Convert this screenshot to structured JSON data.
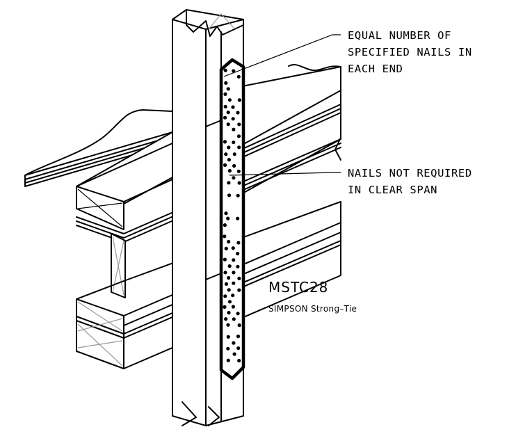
{
  "callouts": {
    "nails_end": {
      "line1": "EQUAL NUMBER OF",
      "line2": "SPECIFIED NAILS IN",
      "line3": "EACH END"
    },
    "clear_span": {
      "line1": "NAILS NOT REQUIRED",
      "line2": "IN CLEAR SPAN"
    }
  },
  "product": {
    "model": "MSTC28",
    "brand": "SIMPSON Strong–Tie"
  },
  "colors": {
    "line": "#000000",
    "hidden_line": "#999999",
    "background": "#ffffff"
  }
}
